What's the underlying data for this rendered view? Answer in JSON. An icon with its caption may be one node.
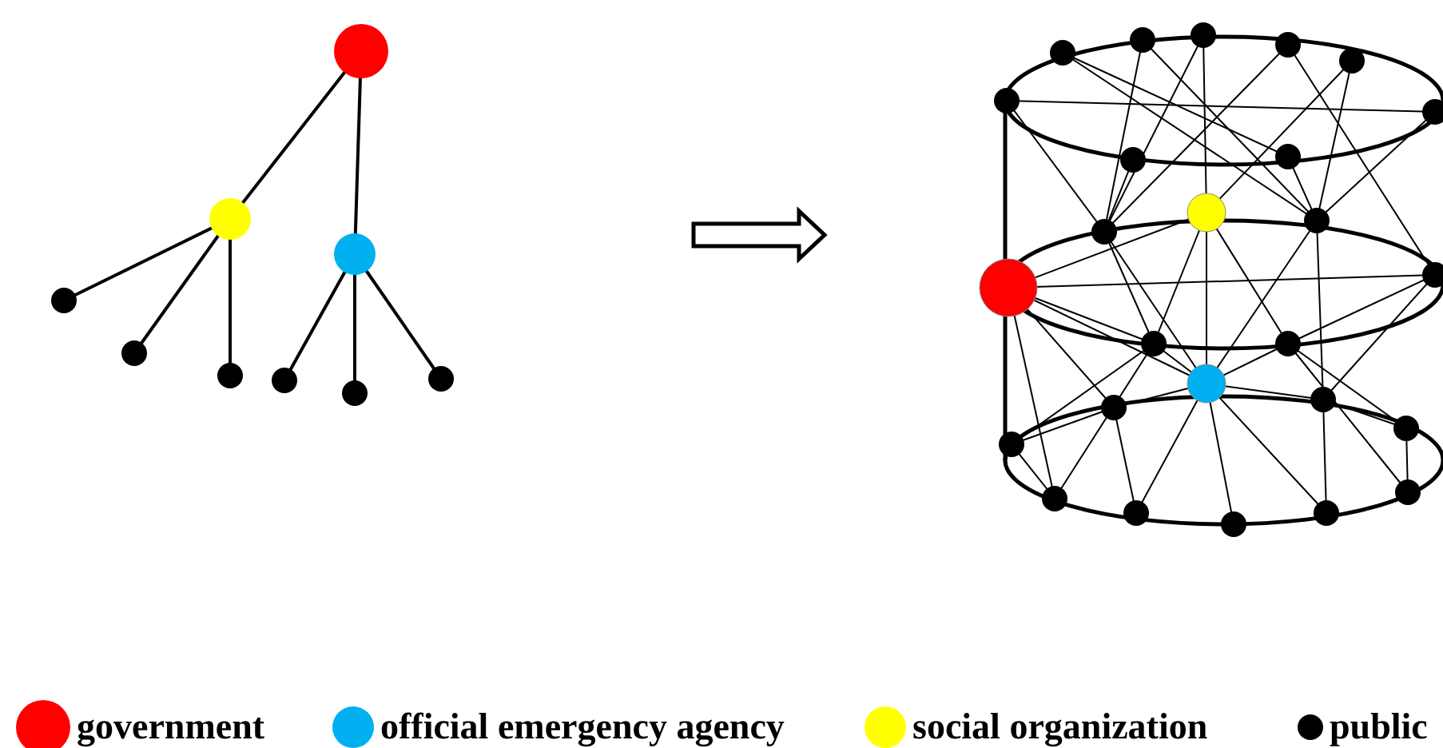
{
  "diagram": {
    "legend": [
      {
        "text": "government",
        "color": "#ff0000"
      },
      {
        "text": "official emergency agency",
        "color": "#00b0f0"
      },
      {
        "text": "social organization",
        "color": "#ffff00"
      },
      {
        "text": "public",
        "color": "#000000"
      }
    ]
  }
}
